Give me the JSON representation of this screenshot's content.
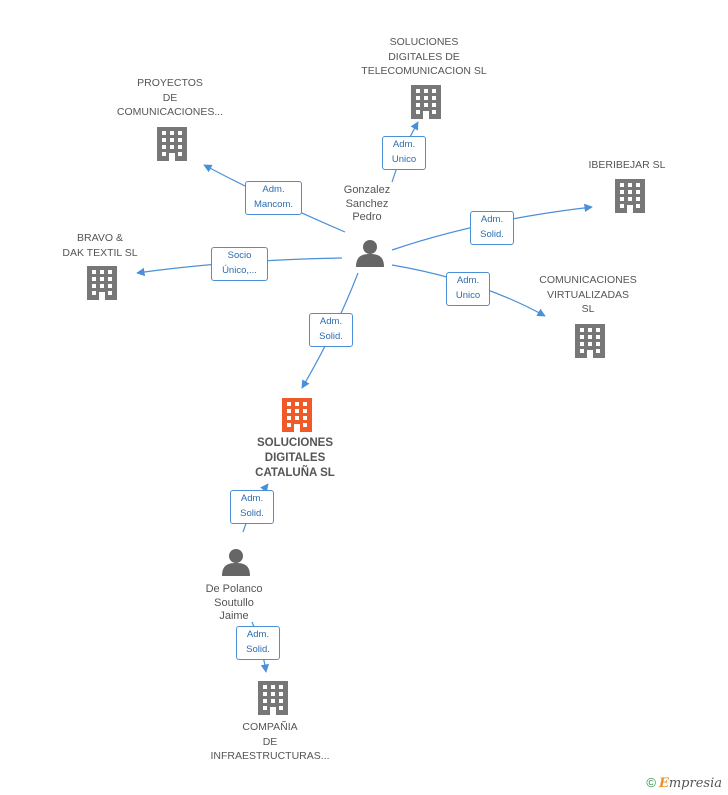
{
  "nodes": {
    "soluciones_telecom": {
      "label": "SOLUCIONES\nDIGITALES DE\nTELECOMUNICACION SL"
    },
    "proyectos": {
      "label": "PROYECTOS\nDE\nCOMUNICACIONES..."
    },
    "iberibejar": {
      "label": "IBERIBEJAR SL"
    },
    "bravo": {
      "label": "BRAVO &\nDAK TEXTIL SL"
    },
    "comunicaciones": {
      "label": "COMUNICACIONES\nVIRTUALIZADAS\nSL"
    },
    "soluciones_cat": {
      "label": "SOLUCIONES\nDIGITALES\nCATALUÑA SL"
    },
    "compania": {
      "label": "COMPAÑIA\nDE\nINFRAESTRUCTURAS..."
    }
  },
  "people": {
    "gonzalez": {
      "label": "Gonzalez\nSanchez\nPedro"
    },
    "depolanco": {
      "label": "De Polanco\nSoutullo\nJaime"
    }
  },
  "roles": {
    "r_telecom": "Adm.\nUnico",
    "r_proyectos": "Adm.\nMancom.",
    "r_iberibejar": "Adm.\nSolid.",
    "r_bravo": "Socio\nÚnico,...",
    "r_comunicaciones": "Adm.\nUnico",
    "r_cat_gonzalez": "Adm.\nSolid.",
    "r_cat_depolanco": "Adm.\nSolid.",
    "r_compania": "Adm.\nSolid."
  },
  "footer": {
    "copyright": "©",
    "brand_first": "E",
    "brand_rest": "mpresia"
  },
  "colors": {
    "building": "#777777",
    "building_main": "#f05a28",
    "person": "#666666",
    "edge": "#4a90d9"
  }
}
